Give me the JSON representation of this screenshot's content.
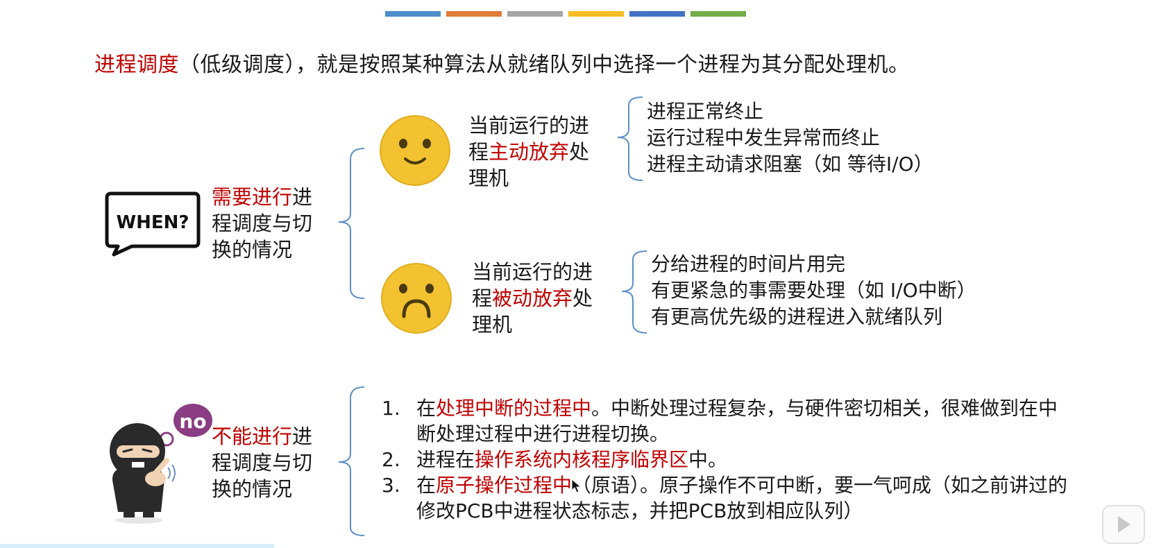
{
  "top_bar_colors": [
    "#4e8ecb",
    "#e07b39",
    "#a5a5a5",
    "#f5be25",
    "#4472c4",
    "#70ad47"
  ],
  "accent_color": "#c00000",
  "intro": {
    "term": "进程调度",
    "rest": "（低级调度），就是按照某种算法从就绪队列中选择一个进程为其分配处理机。"
  },
  "when_section": {
    "badge_text": "WHEN?",
    "label_red": "需要进行",
    "label_rest": "进程调度与切换的情况",
    "voluntary": {
      "face_icon": "smiley-face-icon",
      "line1": "当前运行的进",
      "pre": "程",
      "red": "主动放弃",
      "post": "处",
      "line3": "理机",
      "reasons": [
        "进程正常终止",
        "运行过程中发生异常而终止",
        "进程主动请求阻塞（如 等待I/O）"
      ]
    },
    "involuntary": {
      "face_icon": "sad-face-icon",
      "line1": "当前运行的进",
      "pre": "程",
      "red": "被动放弃",
      "post": "处",
      "line3": "理机",
      "reasons": [
        "分给进程的时间片用完",
        "有更紧急的事需要处理（如 I/O中断）",
        "有更高优先级的进程进入就绪队列"
      ]
    }
  },
  "no_section": {
    "badge_text": "no",
    "label_red": "不能进行",
    "label_rest": "进程调度与切换的情况",
    "items": [
      {
        "num": "1.",
        "pre": "在",
        "red": "处理中断的过程中",
        "post": "。中断处理过程复杂，与硬件密切相关，很难做到在中断处理过程中进行进程切换。"
      },
      {
        "num": "2.",
        "pre": "进程在",
        "red": "操作系统内核程序临界区",
        "post": "中。"
      },
      {
        "num": "3.",
        "pre": "在",
        "red": "原子操作过程中",
        "post": "（原语）。原子操作不可中断，要一气呵成（如之前讲过的修改PCB中进程状态标志，并把PCB放到相应队列）"
      }
    ]
  }
}
